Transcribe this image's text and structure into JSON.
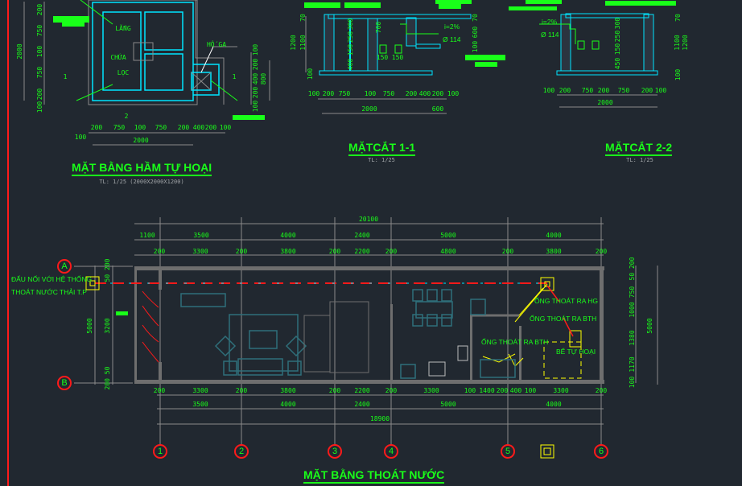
{
  "septic_plan": {
    "title": "MẶT BẰNG HẦM TỰ HOẠI",
    "scale": "TL: 1/25 (2000X2000X1200)",
    "rooms": [
      "LẮNG",
      "CHỨA",
      "LỌC",
      "HỐ GA"
    ],
    "section_marks": [
      "1",
      "1",
      "2"
    ],
    "dims_left": [
      "2000",
      "200",
      "750",
      "100",
      "750",
      "200",
      "100"
    ],
    "dims_bottom": [
      "200",
      "750",
      "100",
      "750",
      "200",
      "400",
      "200",
      "100",
      "100",
      "2000"
    ],
    "dims_right": [
      "100",
      "200",
      "400",
      "200",
      "100",
      "800"
    ]
  },
  "section_1": {
    "title": "MẶTCẮT 1-1",
    "scale": "TL: 1/25",
    "dims_bottom": [
      "100",
      "200",
      "750",
      "100",
      "750",
      "200",
      "400",
      "200",
      "100",
      "2000",
      "600"
    ],
    "dims_side": [
      "1200",
      "1100",
      "70",
      "100",
      "300",
      "250",
      "150",
      "400",
      "700",
      "150",
      "150",
      "70",
      "600",
      "100"
    ],
    "notes": [
      "i=2%",
      "Ø 114"
    ]
  },
  "section_2": {
    "title": "MẶTCẮT 2-2",
    "scale": "TL: 1/25",
    "dims_bottom": [
      "100",
      "200",
      "750",
      "200",
      "750",
      "200",
      "100",
      "2000"
    ],
    "dims_side": [
      "1100",
      "1200",
      "70",
      "100",
      "300",
      "250",
      "150",
      "450"
    ],
    "notes": [
      "i=2%",
      "Ø 114"
    ]
  },
  "drainage_plan": {
    "title": "MẶT BẰNG THOÁT NƯỚC",
    "grid_rows": [
      "A",
      "B"
    ],
    "grid_cols": [
      "1",
      "2",
      "3",
      "4",
      "5",
      "6"
    ],
    "dims_top_total": "20100",
    "dims_top_1": [
      "1100",
      "3500",
      "4000",
      "2400",
      "5000",
      "4000"
    ],
    "dims_top_2": [
      "200",
      "3300",
      "200",
      "3800",
      "200",
      "2200",
      "200",
      "4800",
      "200",
      "3800",
      "200"
    ],
    "dims_bottom_1": [
      "200",
      "3300",
      "200",
      "3800",
      "200",
      "2200",
      "200",
      "3300",
      "100",
      "1400",
      "200",
      "400",
      "100",
      "3300",
      "200"
    ],
    "dims_bottom_2": [
      "3500",
      "4000",
      "2400",
      "5000",
      "4000"
    ],
    "dims_bottom_total": "18900",
    "dims_left": [
      "5000",
      "3200",
      "50 200",
      "200 50"
    ],
    "dims_right": [
      "50 200",
      "750",
      "1000",
      "1380",
      "1170",
      "100",
      "5000"
    ],
    "notes": {
      "connection_1": "ĐẤU NỐI VỚI HỆ THỐNG",
      "connection_2": "THOÁT NƯỚC THẢI T.P",
      "pipe_hg": "ỐNG THOÁT RA HG",
      "pipe_bth_1": "ỐNG THOÁT RA BTH",
      "pipe_bth_2": "ỐNG THOÁT RA BTH",
      "septic_tank": "BỂ TỰ HOẠI"
    }
  },
  "colors": {
    "background": "#212830",
    "text": "#19ff19",
    "wall": "#8a8a8a",
    "septic_wall": "#00e5ff",
    "drain_pipe": "#ff1a1a",
    "fixture": "#ffff00",
    "furniture": "#2f6f7a"
  }
}
